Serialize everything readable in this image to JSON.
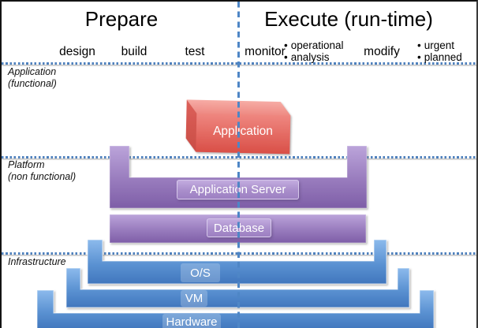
{
  "meta": {
    "bullet_char": "•"
  },
  "colors": {
    "guide_line_blue": "#4f81bd",
    "stack_blue_light": "#8ab8ea",
    "stack_blue_dark": "#4076bd",
    "stack_purple_light": "#b9a2d8",
    "stack_purple_dark": "#7e5ea7",
    "app_red_light": "#f2a09a",
    "app_red_dark": "#da5048",
    "text": "#000000"
  },
  "phases": {
    "prepare": "Prepare",
    "execute": "Execute (run-time)"
  },
  "activities": {
    "design": "design",
    "build": "build",
    "test": "test",
    "monitor": "monitor",
    "modify": "modify",
    "monitor_bullets": [
      "operational",
      "analysis"
    ],
    "modify_bullets": [
      "urgent",
      "planned"
    ]
  },
  "layers": [
    {
      "label": "Application",
      "sub": "(functional)"
    },
    {
      "label": "Platform",
      "sub": "(non functional)"
    },
    {
      "label": "Infrastructure",
      "sub": ""
    }
  ],
  "stack": {
    "application": "Application",
    "application_server": "Application Server",
    "database": "Database",
    "os": "O/S",
    "vm": "VM",
    "hardware": "Hardware"
  }
}
